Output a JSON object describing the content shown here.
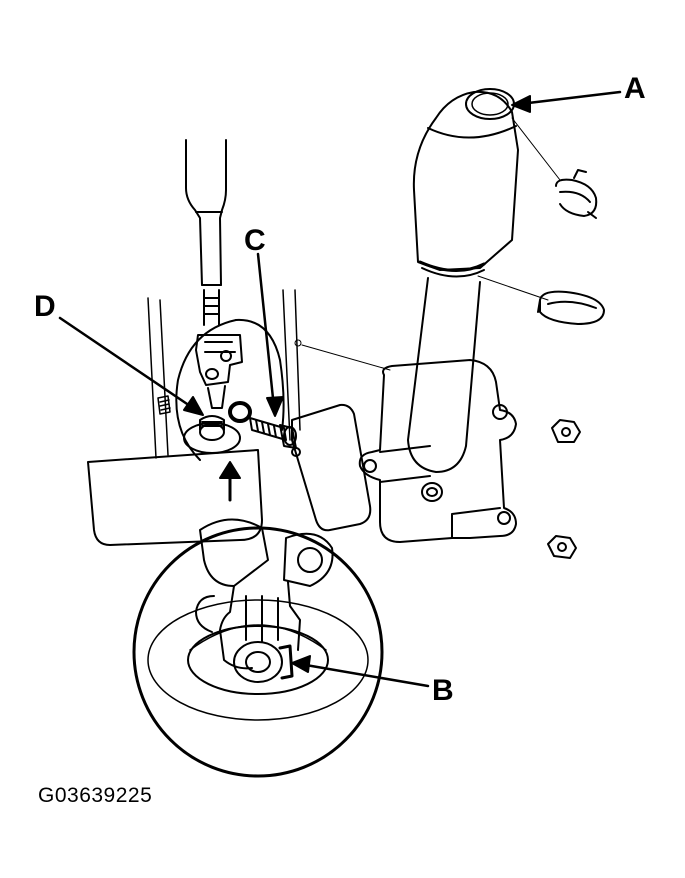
{
  "callouts": {
    "a": "A",
    "b": "B",
    "c": "C",
    "d": "D"
  },
  "figure_id": "G03639225",
  "colors": {
    "ink": "#000000",
    "paper": "#ffffff"
  }
}
